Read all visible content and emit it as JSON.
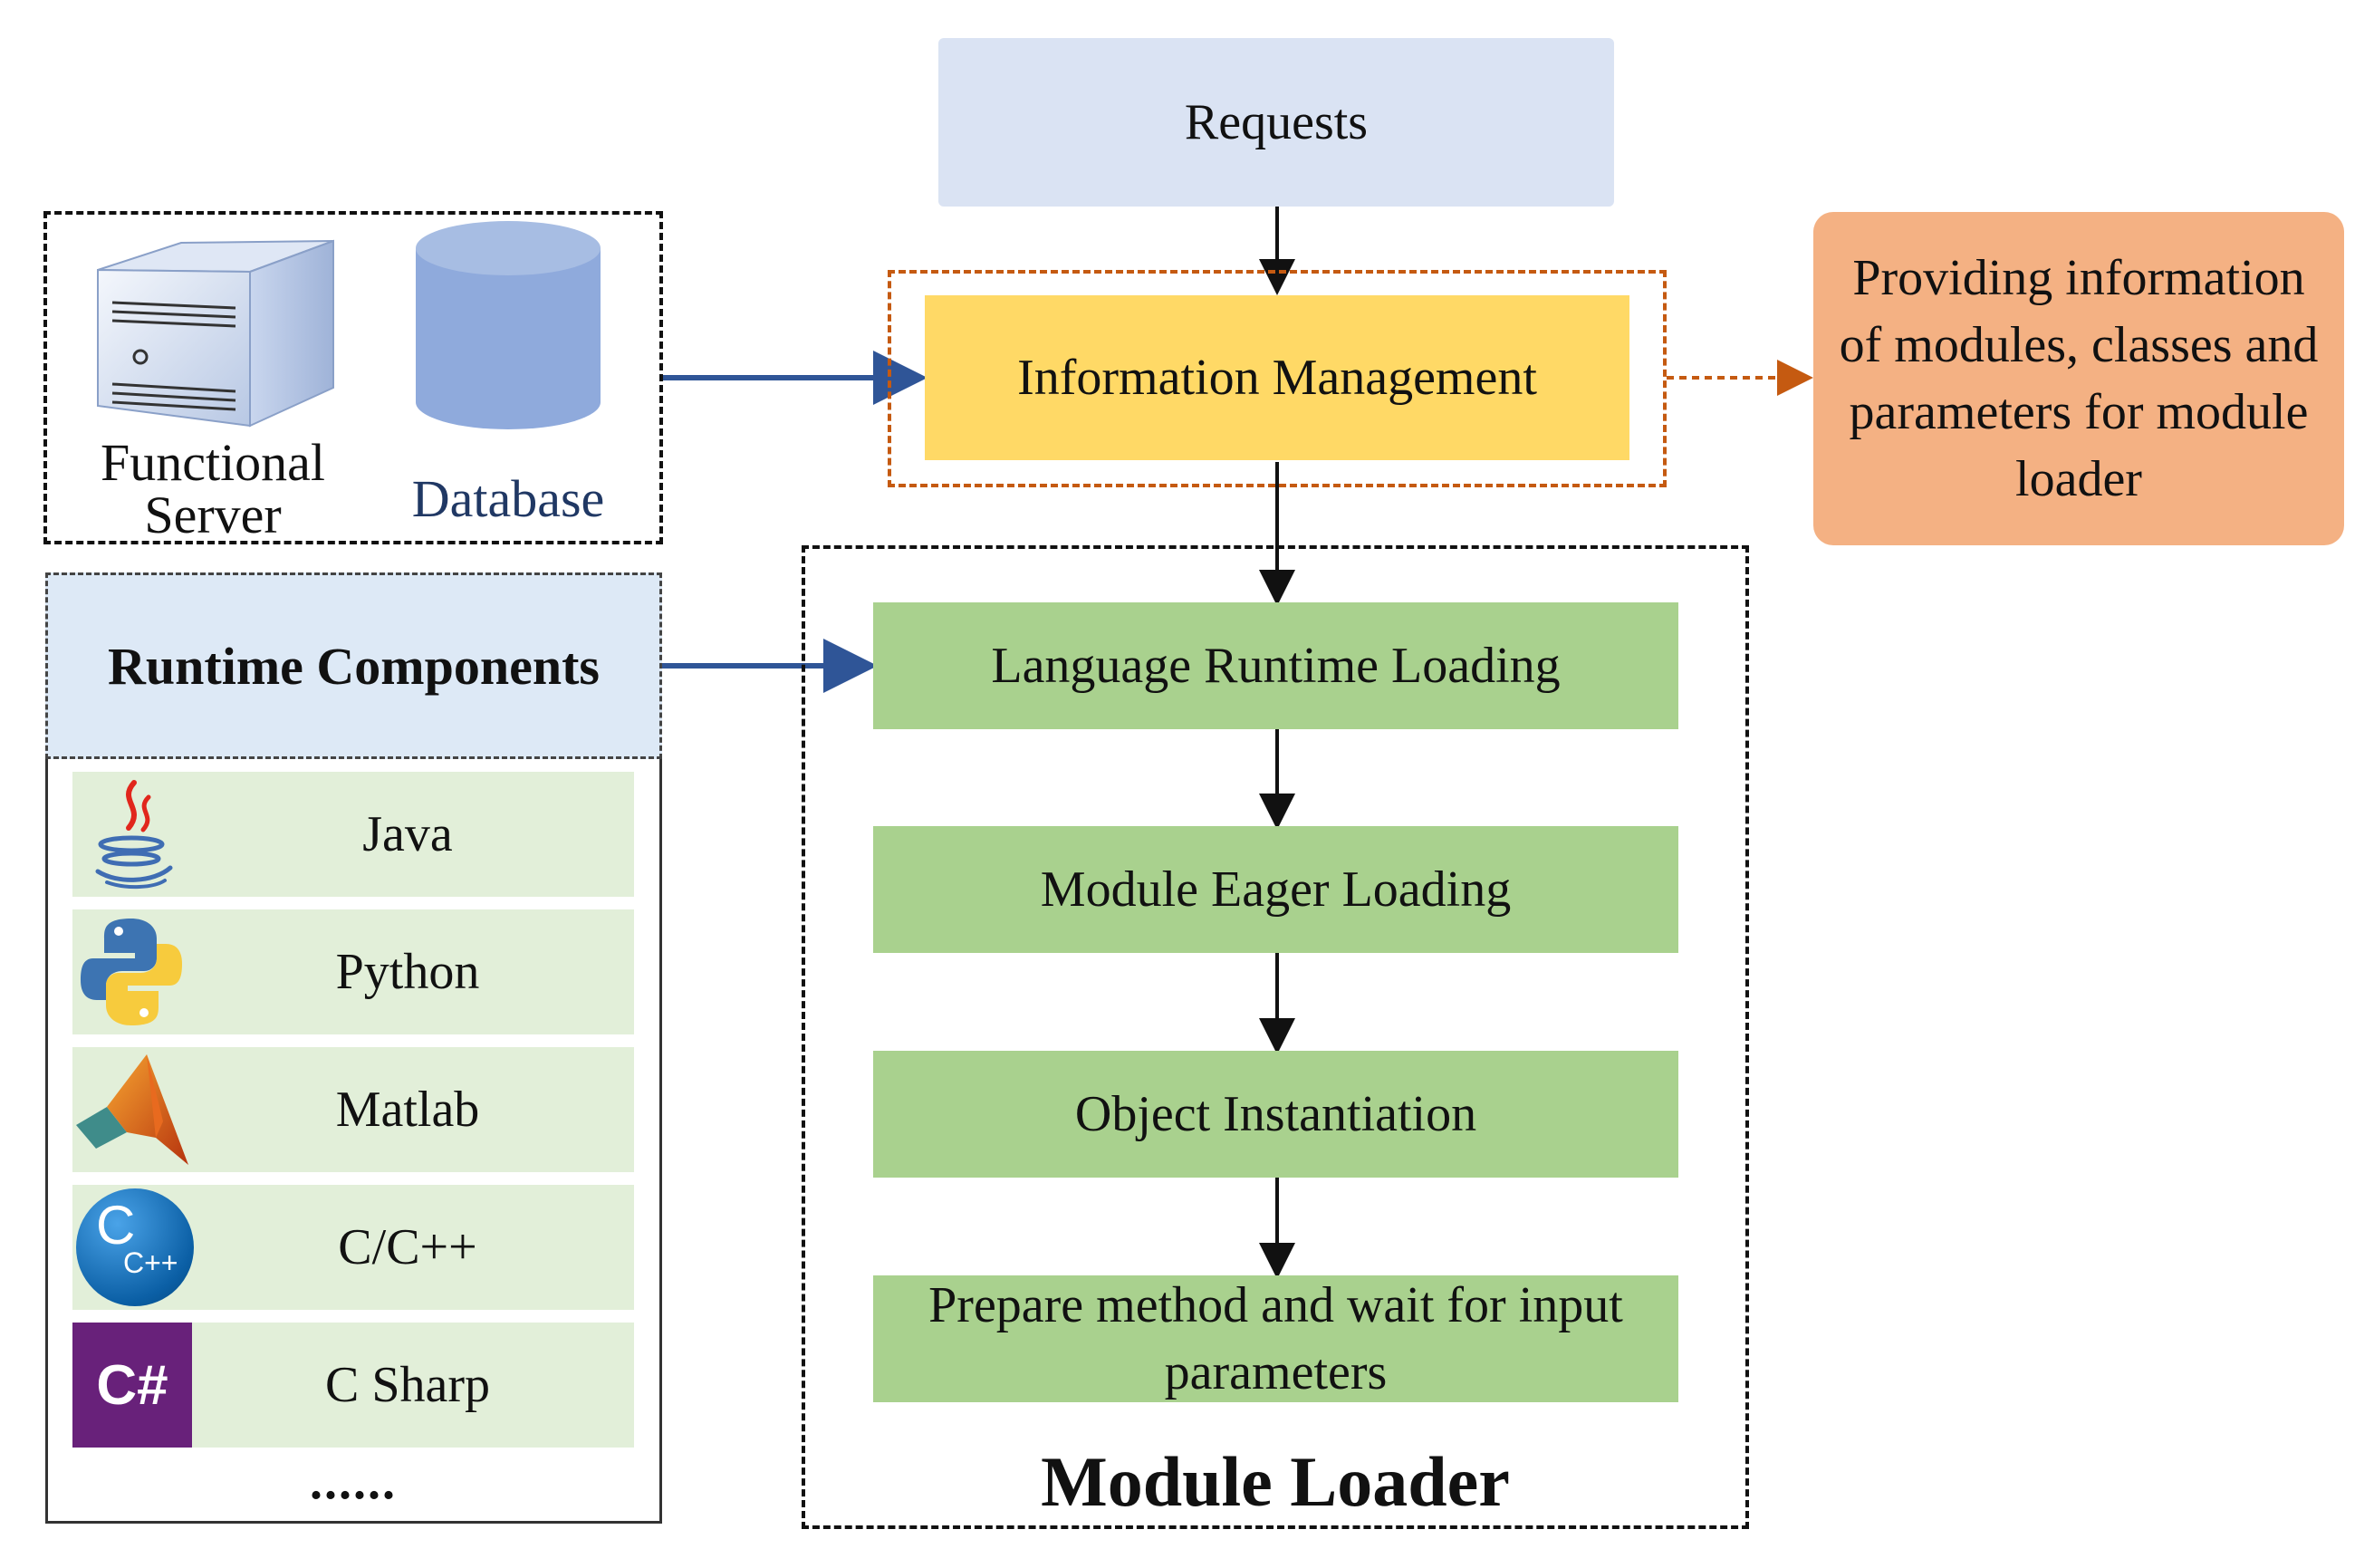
{
  "requests": "Requests",
  "information_management": "Information Management",
  "provider_note": "Providing information of modules, classes and parameters for module loader",
  "functional_server_line1": "Functional",
  "functional_server_line2": "Server",
  "database": "Database",
  "runtime_components": "Runtime Components",
  "languages": [
    {
      "label": "Java",
      "icon": "java-icon"
    },
    {
      "label": "Python",
      "icon": "python-icon"
    },
    {
      "label": "Matlab",
      "icon": "matlab-icon"
    },
    {
      "label": "C/C++",
      "icon": "cpp-icon"
    },
    {
      "label": "C Sharp",
      "icon": "csharp-icon"
    }
  ],
  "cpp_icon_text_c": "C",
  "cpp_icon_text_pp": "C++",
  "csharp_icon_text": "C#",
  "more": "......",
  "module_loader_steps": [
    "Language Runtime Loading",
    "Module Eager Loading",
    "Object Instantiation",
    "Prepare method and wait for input parameters"
  ],
  "module_loader_title": "Module Loader",
  "colors": {
    "requests_fill": "#dae3f3",
    "info_fill": "#ffd966",
    "provider_fill": "#f4b183",
    "step_fill": "#a9d18e",
    "language_row_fill": "#e2efd9",
    "runtime_header_fill": "#dde9f6",
    "blue_arrow": "#2f5597",
    "orange_dashed": "#c55a11"
  }
}
